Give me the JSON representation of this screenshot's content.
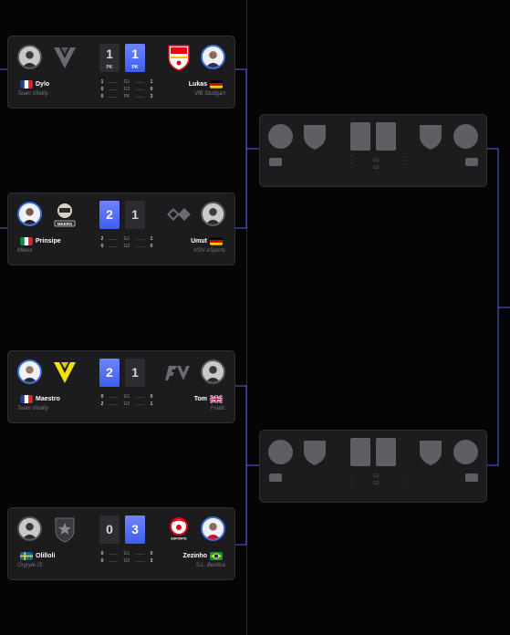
{
  "colors": {
    "accent": "#5b74ff",
    "win": "#4f6bf6",
    "bg": "#050506",
    "card": "#1c1c1f"
  },
  "matches": [
    {
      "left": {
        "player": "Dylo",
        "team": "Team Vitality",
        "flag": "france",
        "logo": "vitality-logo-gray",
        "avatar": "gray"
      },
      "right": {
        "player": "Lukas",
        "team": "VfB Stuttgart",
        "flag": "germany",
        "logo": "vfb-stuttgart-logo",
        "avatar": "blue"
      },
      "score_left": "1",
      "score_right": "1",
      "score_left_sub": "PK",
      "score_right_sub": "PK",
      "winner": "right",
      "games": [
        {
          "label": "G1",
          "left": "1",
          "right": "1"
        },
        {
          "label": "G2",
          "left": "0",
          "right": "0"
        },
        {
          "label": "PK",
          "left": "0",
          "right": "3"
        }
      ]
    },
    {
      "left": {
        "player": "Prinsipe",
        "team": "Mkers",
        "flag": "italy",
        "logo": "mkers-logo",
        "avatar": "blue"
      },
      "right": {
        "player": "Umut",
        "team": "HSV eSports",
        "flag": "germany",
        "logo": "hsv-esports-logo",
        "avatar": "gray"
      },
      "score_left": "2",
      "score_right": "1",
      "winner": "left",
      "games": [
        {
          "label": "G1",
          "left": "2",
          "right": "1"
        },
        {
          "label": "G2",
          "left": "0",
          "right": "0"
        }
      ]
    },
    {
      "left": {
        "player": "Maestro",
        "team": "Team Vitality",
        "flag": "france",
        "logo": "vitality-logo-gold",
        "avatar": "blue"
      },
      "right": {
        "player": "Tom",
        "team": "Fnatic",
        "flag": "uk",
        "logo": "fnatic-logo",
        "avatar": "gray"
      },
      "score_left": "2",
      "score_right": "1",
      "winner": "left",
      "games": [
        {
          "label": "G1",
          "left": "0",
          "right": "0"
        },
        {
          "label": "G2",
          "left": "2",
          "right": "1"
        }
      ]
    },
    {
      "left": {
        "player": "Olilloli",
        "team": "Örgryte IS",
        "flag": "sweden",
        "logo": "orgryte-logo",
        "avatar": "gray"
      },
      "right": {
        "player": "Zezinho",
        "team": "S.L. Benfica",
        "flag": "brazil",
        "logo": "benfica-logo",
        "avatar": "blue"
      },
      "score_left": "0",
      "score_right": "3",
      "winner": "right",
      "games": [
        {
          "label": "G1",
          "left": "0",
          "right": "0"
        },
        {
          "label": "G2",
          "left": "0",
          "right": "3"
        }
      ]
    }
  ],
  "placeholders": [
    {
      "rows": [
        {
          "label": "G1",
          "left": "-",
          "right": "-"
        },
        {
          "label": "G2",
          "left": "-",
          "right": "-"
        }
      ]
    },
    {
      "rows": [
        {
          "label": "G1",
          "left": "-",
          "right": "-"
        },
        {
          "label": "G2",
          "left": "-",
          "right": "-"
        }
      ]
    }
  ]
}
